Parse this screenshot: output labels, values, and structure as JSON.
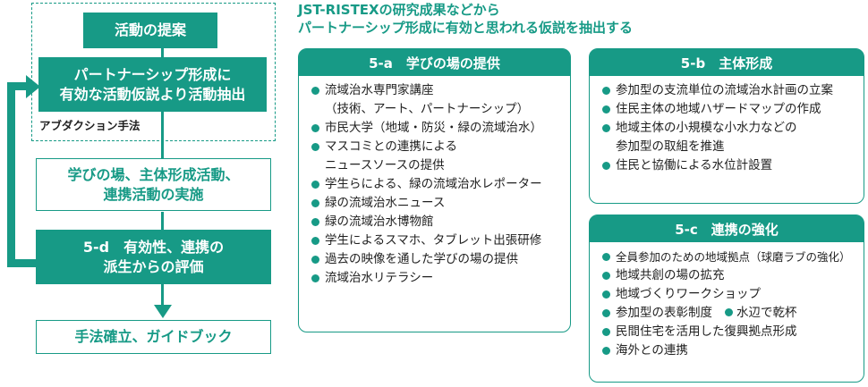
{
  "header": {
    "line1": "JST-RISTEXの研究成果などから",
    "line2": "パートナーシップ形成に有効と思われる仮説を抽出する"
  },
  "flow": {
    "proposal": "活動の提案",
    "extract_line1": "パートナーシップ形成に",
    "extract_line2": "有効な活動仮説より活動抽出",
    "method": "アブダクション手法",
    "implement_line1": "学びの場、主体形成活動、",
    "implement_line2": "連携活動の実施",
    "evaluate_line1": "5-d　有効性、連携の",
    "evaluate_line2": "派生からの評価",
    "result": "手法確立、ガイドブック"
  },
  "panel_a": {
    "title": "5-a　学びの場の提供",
    "items": [
      "流域治水専門家講座",
      "市民大学（地域・防災・緑の流域治水）",
      "マスコミとの連携による",
      "学生らによる、緑の流域治水レポーター",
      "緑の流域治水ニュース",
      "緑の流域治水博物館",
      "学生によるスマホ、タブレット出張研修",
      "過去の映像を通した学びの場の提供",
      "流域治水リテラシー"
    ],
    "continuations": [
      "（技術、アート、パートナーシップ）",
      "ニュースソースの提供"
    ]
  },
  "panel_b": {
    "title": "5-b　主体形成",
    "items": [
      "参加型の支流単位の流域治水計画の立案",
      "住民主体の地域ハザードマップの作成",
      "地域主体の小規模な小水力などの",
      "住民と協働による水位計設置"
    ],
    "continuations": [
      "参加型の取組を推進"
    ]
  },
  "panel_c": {
    "title": "5-c　連携の強化",
    "items": [
      "全員参加のための地域拠点（球磨ラブの強化）",
      "地域共創の場の拡充",
      "地域づくりワークショップ",
      "参加型の表彰制度",
      "民間住宅を活用した復興拠点形成",
      "海外との連携"
    ],
    "inline_extra": "水辺で乾杯"
  },
  "colors": {
    "accent": "#179a86"
  }
}
